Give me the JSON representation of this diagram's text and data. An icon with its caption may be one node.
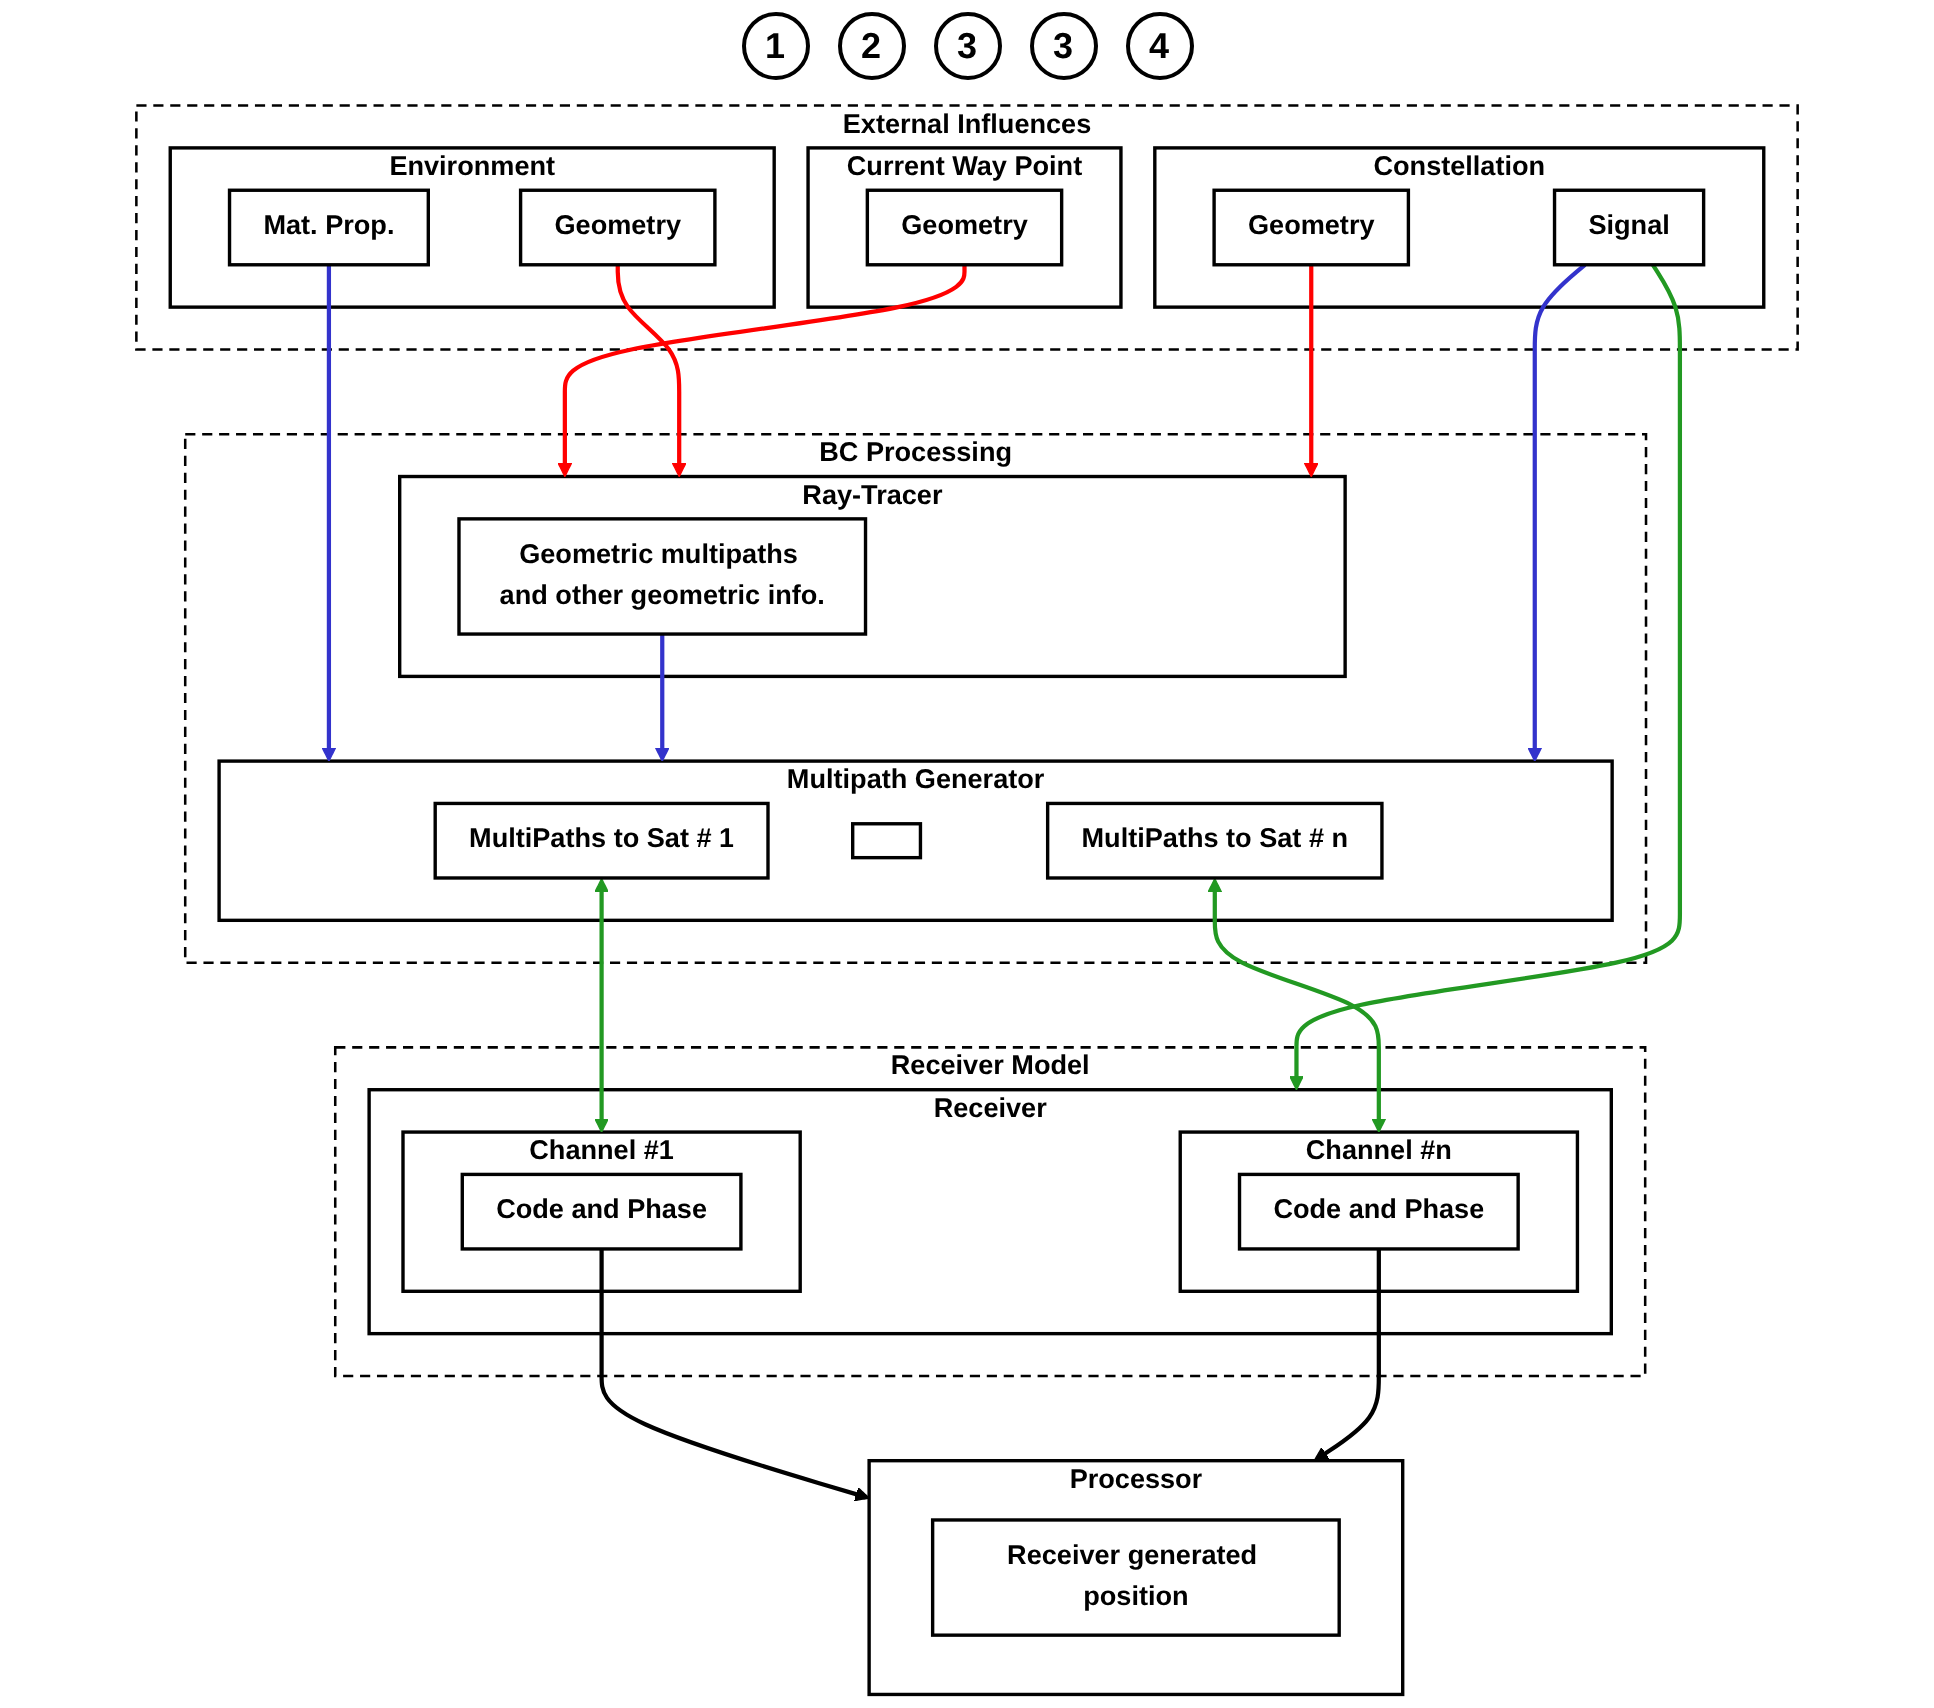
{
  "diagram": {
    "nodes": [
      {
        "text": [
          "External Influences"
        ]
      },
      {
        "text": [
          "Current Way Point"
        ],
        "in": 0
      },
      {
        "text": [
          "Geometry"
        ],
        "in": 1
      },
      {
        "text": [
          "Environment"
        ],
        "in": 0
      },
      {
        "text": [
          "Geometry"
        ],
        "in": 3
      },
      {
        "text": [
          "Mat. Prop."
        ],
        "in": 3
      },
      {
        "text": [
          "Constellation"
        ],
        "in": 0
      },
      {
        "text": [
          "Geometry"
        ],
        "in": 6
      },
      {
        "text": [
          "Signal"
        ],
        "in": 6
      },
      {
        "text": [
          "BC Processing"
        ]
      },
      {
        "text": [
          "Ray-Tracer"
        ],
        "in": 9
      },
      {
        "text": [
          "Geometric multipaths and other geometric info."
        ],
        "in": 10
      },
      {
        "text": [
          "Multipath Generator"
        ],
        "in": 9
      },
      {
        "text": [
          "MultiPaths to Sat # 1"
        ],
        "in": 12
      },
      {
        "text": [],
        "shape": "box",
        "in": 12
      },
      {
        "text": [
          "MultiPaths to Sat # n"
        ],
        "in": 12
      },
      {
        "text": [
          "Receiver Model"
        ]
      },
      {
        "text": [
          "Receiver"
        ],
        "in": 16
      },
      {
        "text": [
          "Channel #1"
        ],
        "in": 17
      },
      {
        "text": [
          "Code and Phase"
        ],
        "in": 18
      },
      {
        "text": [
          "Channel #n"
        ],
        "in": 17
      },
      {
        "text": [
          "Code and Phase"
        ],
        "in": 20
      },
      {
        "text": [
          "Processor"
        ]
      },
      {
        "text": [
          "Receiver generated position"
        ],
        "in": 22
      }
    ],
    "edges": [
      {
        "from": 2,
        "to": 10,
        "arrow": "to",
        "color": "#ff0000"
      },
      {
        "from": 4,
        "to": 10,
        "arrow": "to",
        "color": "#ff0000"
      },
      {
        "from": 7,
        "to": 10,
        "arrow": "to",
        "color": "#ff0000"
      },
      {
        "from": 5,
        "to": 12,
        "arrow": "to",
        "color": "#3333cc"
      },
      {
        "from": 11,
        "to": 12,
        "arrow": "to",
        "color": "#3333cc"
      },
      {
        "from": 8,
        "to": 12,
        "arrow": "to",
        "color": "#3333cc"
      },
      {
        "from": 8,
        "to": 17,
        "arrow": "to",
        "color": "#229922"
      },
      {
        "from": 13,
        "to": 18,
        "arrow": "both",
        "color": "#229922"
      },
      {
        "from": 15,
        "to": 20,
        "arrow": "both",
        "color": "#229922"
      },
      {
        "from": 19,
        "to": 22,
        "arrow": "to",
        "color": "#000000"
      },
      {
        "from": 21,
        "to": 22,
        "arrow": "to",
        "color": "#000000"
      }
    ],
    "labels": [
      "1",
      "2",
      "3",
      "3",
      "4"
    ]
  }
}
